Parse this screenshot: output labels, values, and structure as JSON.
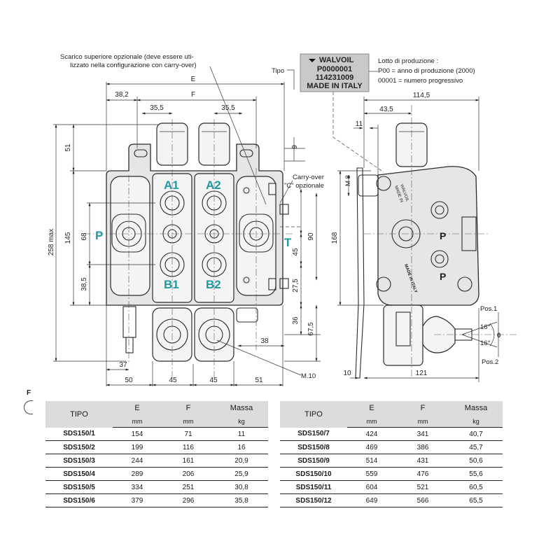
{
  "notes": {
    "scarico_line1": "Scarico superiore opzionale (deve essere uti-",
    "scarico_line2": "lizzato nella configurazione con carry-over)",
    "tipo": "Tipo",
    "carry_over_line1": "Carry-over",
    "carry_over_line2": "\"C\" opzionale",
    "lotto_title": "Lotto di produzione :",
    "lotto_p00": "P00 = anno di produzione (2000)",
    "lotto_00001": "00001 = numero progressivo",
    "pos1": "Pos.1",
    "pos0": "0",
    "pos2": "Pos.2",
    "angle_up": "16°",
    "angle_down": "16°",
    "m10": "M.10",
    "m8": "M 8"
  },
  "nameplate": {
    "brand": "WALVOIL",
    "code1": "P0000001",
    "code2": "114231009",
    "made": "MADE IN ITALY",
    "colors": {
      "background": "#c9c9c9",
      "text": "#111111"
    }
  },
  "ports": {
    "p": "P",
    "t": "T",
    "a1": "A1",
    "a2": "A2",
    "b1": "B1",
    "b2": "B2",
    "p_side": "P",
    "p_side2": "P",
    "color": "#1f9aa0"
  },
  "body_text": {
    "walvoil_small": "WALVOIL",
    "made_small1": "MADE IN",
    "made_small2": "MADE IN ITALY"
  },
  "front_dims": {
    "e": "E",
    "f": "F",
    "d38_2": "38,2",
    "d35_5a": "35,5",
    "d35_5b": "35,5",
    "d258": "258 max",
    "d51": "51",
    "d145": "145",
    "d68": "68",
    "d38_5": "38,5",
    "d37": "37",
    "d50": "50",
    "d45a": "45",
    "d45b": "45",
    "d51b": "51",
    "d9": "9",
    "d90": "90",
    "d45": "45",
    "d27_5": "27,5",
    "d67_5": "67,5",
    "d36": "36",
    "d38": "38"
  },
  "side_dims": {
    "d114_5": "114,5",
    "d43_5": "43,5",
    "d11": "11",
    "d168": "168",
    "d10": "10",
    "d121": "121"
  },
  "page_letter": "F",
  "table_headers": {
    "tipo": "TIPO",
    "e": "E",
    "f": "F",
    "massa": "Massa",
    "e_unit": "mm",
    "f_unit": "mm",
    "massa_unit": "kg"
  },
  "table_left": [
    {
      "tipo": "SDS150/1",
      "e": "154",
      "f": "71",
      "massa": "11"
    },
    {
      "tipo": "SDS150/2",
      "e": "199",
      "f": "116",
      "massa": "16"
    },
    {
      "tipo": "SDS150/3",
      "e": "244",
      "f": "161",
      "massa": "20,9"
    },
    {
      "tipo": "SDS150/4",
      "e": "289",
      "f": "206",
      "massa": "25,9"
    },
    {
      "tipo": "SDS150/5",
      "e": "334",
      "f": "251",
      "massa": "30,8"
    },
    {
      "tipo": "SDS150/6",
      "e": "379",
      "f": "296",
      "massa": "35,8"
    }
  ],
  "table_right": [
    {
      "tipo": "SDS150/7",
      "e": "424",
      "f": "341",
      "massa": "40,7"
    },
    {
      "tipo": "SDS150/8",
      "e": "469",
      "f": "386",
      "massa": "45,7"
    },
    {
      "tipo": "SDS150/9",
      "e": "514",
      "f": "431",
      "massa": "50,6"
    },
    {
      "tipo": "SDS150/10",
      "e": "559",
      "f": "476",
      "massa": "55,6"
    },
    {
      "tipo": "SDS150/11",
      "e": "604",
      "f": "521",
      "massa": "60,5"
    },
    {
      "tipo": "SDS150/12",
      "e": "649",
      "f": "566",
      "massa": "65,5"
    }
  ]
}
